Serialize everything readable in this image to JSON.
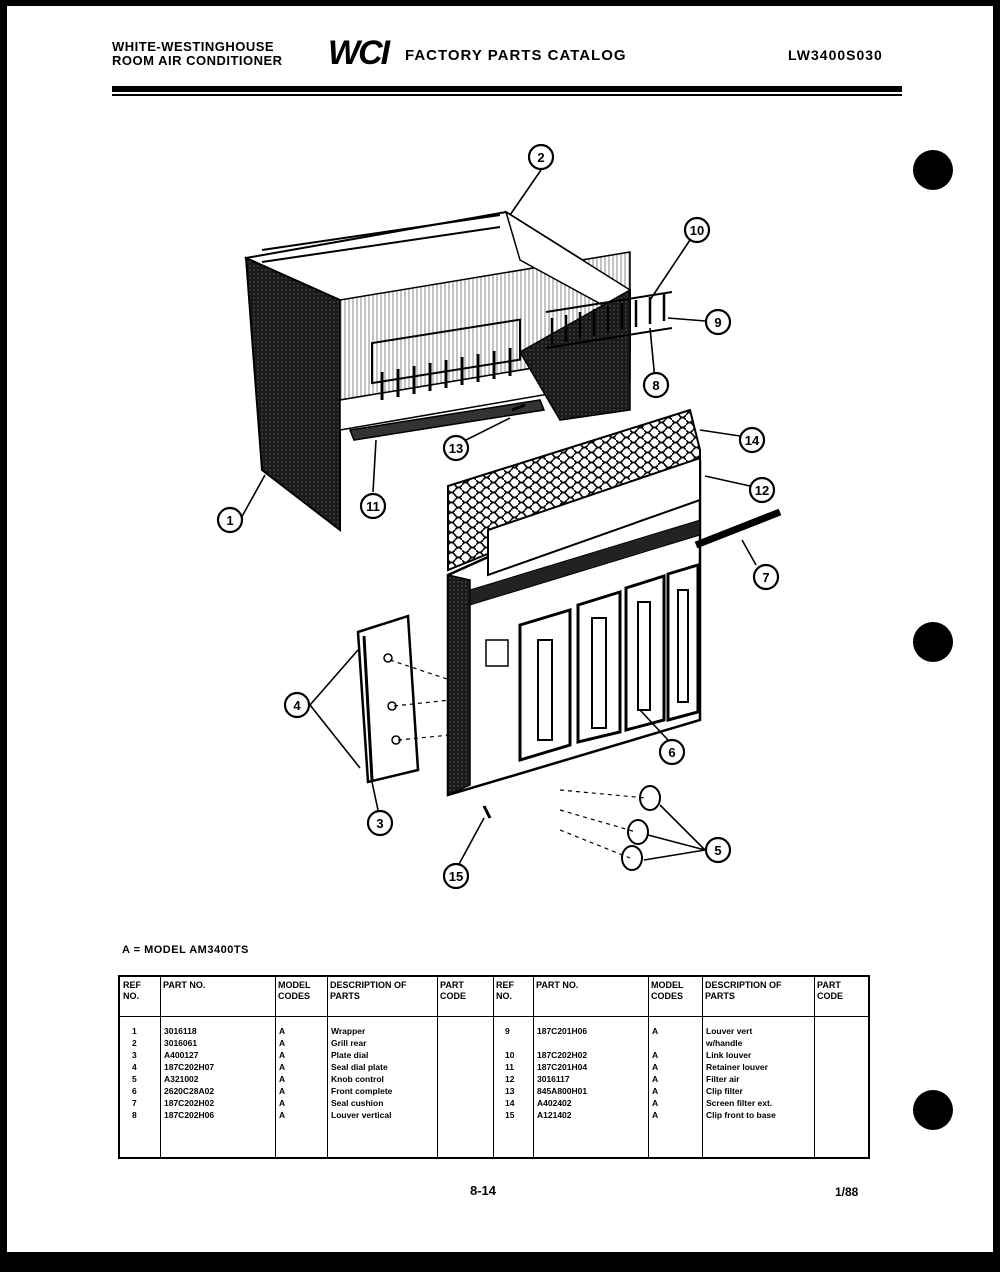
{
  "header": {
    "brand_line1": "WHITE-WESTINGHOUSE",
    "brand_line2": "ROOM AIR CONDITIONER",
    "logo": "WCI",
    "catalog_title": "FACTORY PARTS CATALOG",
    "model_number": "LW3400S030"
  },
  "diagram": {
    "callouts": [
      "1",
      "2",
      "3",
      "4",
      "5",
      "6",
      "7",
      "8",
      "9",
      "10",
      "11",
      "12",
      "13",
      "14",
      "15"
    ]
  },
  "parts_table": {
    "model_line": "A = MODEL AM3400TS",
    "headers": {
      "ref_no": "REF NO.",
      "part_no": "PART NO.",
      "model_codes": "MODEL CODES",
      "description": "DESCRIPTION OF PARTS",
      "part_code": "PART CODE"
    },
    "left_rows": [
      {
        "ref": "1",
        "part": "3016118",
        "code": "A",
        "desc": "Wrapper"
      },
      {
        "ref": "2",
        "part": "3016061",
        "code": "A",
        "desc": "Grill rear"
      },
      {
        "ref": "3",
        "part": "A400127",
        "code": "A",
        "desc": "Plate dial"
      },
      {
        "ref": "4",
        "part": "187C202H07",
        "code": "A",
        "desc": "Seal dial plate"
      },
      {
        "ref": "5",
        "part": "A321002",
        "code": "A",
        "desc": "Knob control"
      },
      {
        "ref": "6",
        "part": "2620C28A02",
        "code": "A",
        "desc": "Front complete"
      },
      {
        "ref": "7",
        "part": "187C202H02",
        "code": "A",
        "desc": "Seal cushion"
      },
      {
        "ref": "8",
        "part": "187C202H06",
        "code": "A",
        "desc": "Louver vertical"
      }
    ],
    "right_rows": [
      {
        "ref": "9",
        "part": "187C201H06",
        "code": "A",
        "desc": "Louver vert",
        "desc2": "w/handle"
      },
      {
        "ref": "10",
        "part": "187C202H02",
        "code": "A",
        "desc": "Link louver"
      },
      {
        "ref": "11",
        "part": "187C201H04",
        "code": "A",
        "desc": "Retainer louver"
      },
      {
        "ref": "12",
        "part": "3016117",
        "code": "A",
        "desc": "Filter air"
      },
      {
        "ref": "13",
        "part": "845A800H01",
        "code": "A",
        "desc": "Clip filter"
      },
      {
        "ref": "14",
        "part": "A402402",
        "code": "A",
        "desc": "Screen filter ext."
      },
      {
        "ref": "15",
        "part": "A121402",
        "code": "A",
        "desc": "Clip front to base"
      }
    ]
  },
  "footer": {
    "page": "8-14",
    "date": "1/88"
  }
}
